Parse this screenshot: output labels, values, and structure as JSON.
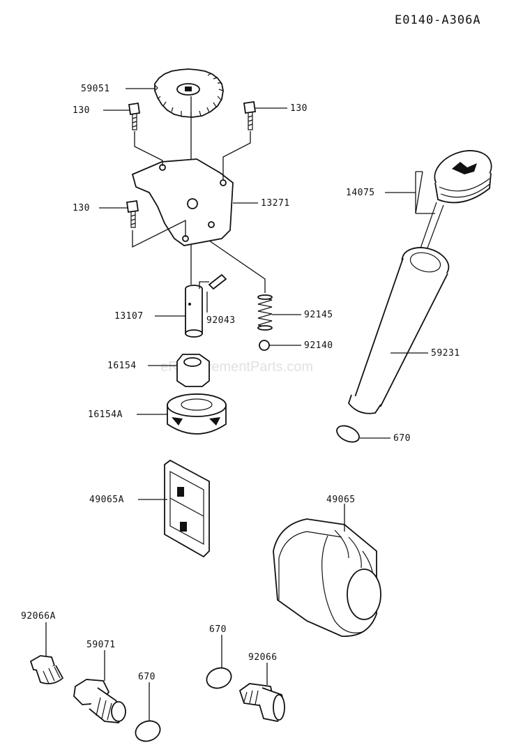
{
  "diagram_code": "E0140-A306A",
  "watermark": "eReplacementParts.com",
  "labels": {
    "p59051": "59051",
    "p130_a": "130",
    "p130_b": "130",
    "p130_c": "130",
    "p13271": "13271",
    "p14075": "14075",
    "p13107": "13107",
    "p92043": "92043",
    "p92145": "92145",
    "p92140": "92140",
    "p16154": "16154",
    "p59231": "59231",
    "p16154A": "16154A",
    "p670_a": "670",
    "p49065A": "49065A",
    "p49065": "49065",
    "p92066A": "92066A",
    "p670_b": "670",
    "p59071": "59071",
    "p92066": "92066",
    "p670_c": "670"
  }
}
